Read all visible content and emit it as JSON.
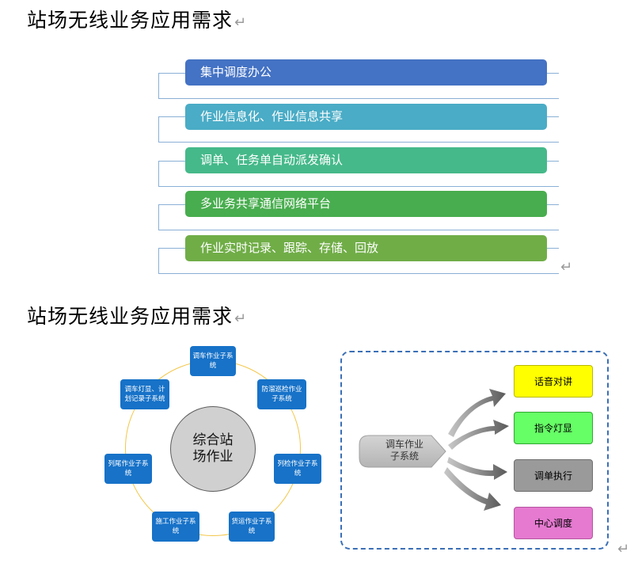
{
  "headings": [
    {
      "text": "站场无线业务应用需求",
      "mark": "↵"
    },
    {
      "text": "站场无线业务应用需求",
      "mark": "↵"
    }
  ],
  "list_end_mark": "↵",
  "figure_end_mark": "↵",
  "list": [
    {
      "label": "集中调度办公",
      "color": "#4472c4"
    },
    {
      "label": "作业信息化、作业信息共享",
      "color": "#4aacc6"
    },
    {
      "label": "调单、任务单自动派发确认",
      "color": "#45b98a"
    },
    {
      "label": "多业务共享通信网络平台",
      "color": "#48ad4e"
    },
    {
      "label": "作业实时记录、跟踪、存储、回放",
      "color": "#70ad47"
    }
  ],
  "cycle": {
    "center_label": "综合站\n场作业",
    "nodes": [
      {
        "label": "调车作业子系\n统"
      },
      {
        "label": "防溜巡检作业\n子系统"
      },
      {
        "label": "列检作业子系\n统"
      },
      {
        "label": "货运作业子系\n统"
      },
      {
        "label": "施工作业子系\n统"
      },
      {
        "label": "列尾作业子系\n统"
      },
      {
        "label": "调车灯显、计\n划记录子系统"
      }
    ]
  },
  "dispatch": {
    "source_label": "调车作业\n子系统",
    "outputs": [
      {
        "label": "话音对讲",
        "color": "#ffff00"
      },
      {
        "label": "指令灯显",
        "color": "#66ff66"
      },
      {
        "label": "调单执行",
        "color": "#9a9a9a"
      },
      {
        "label": "中心调度",
        "color": "#e57ad0"
      }
    ]
  }
}
